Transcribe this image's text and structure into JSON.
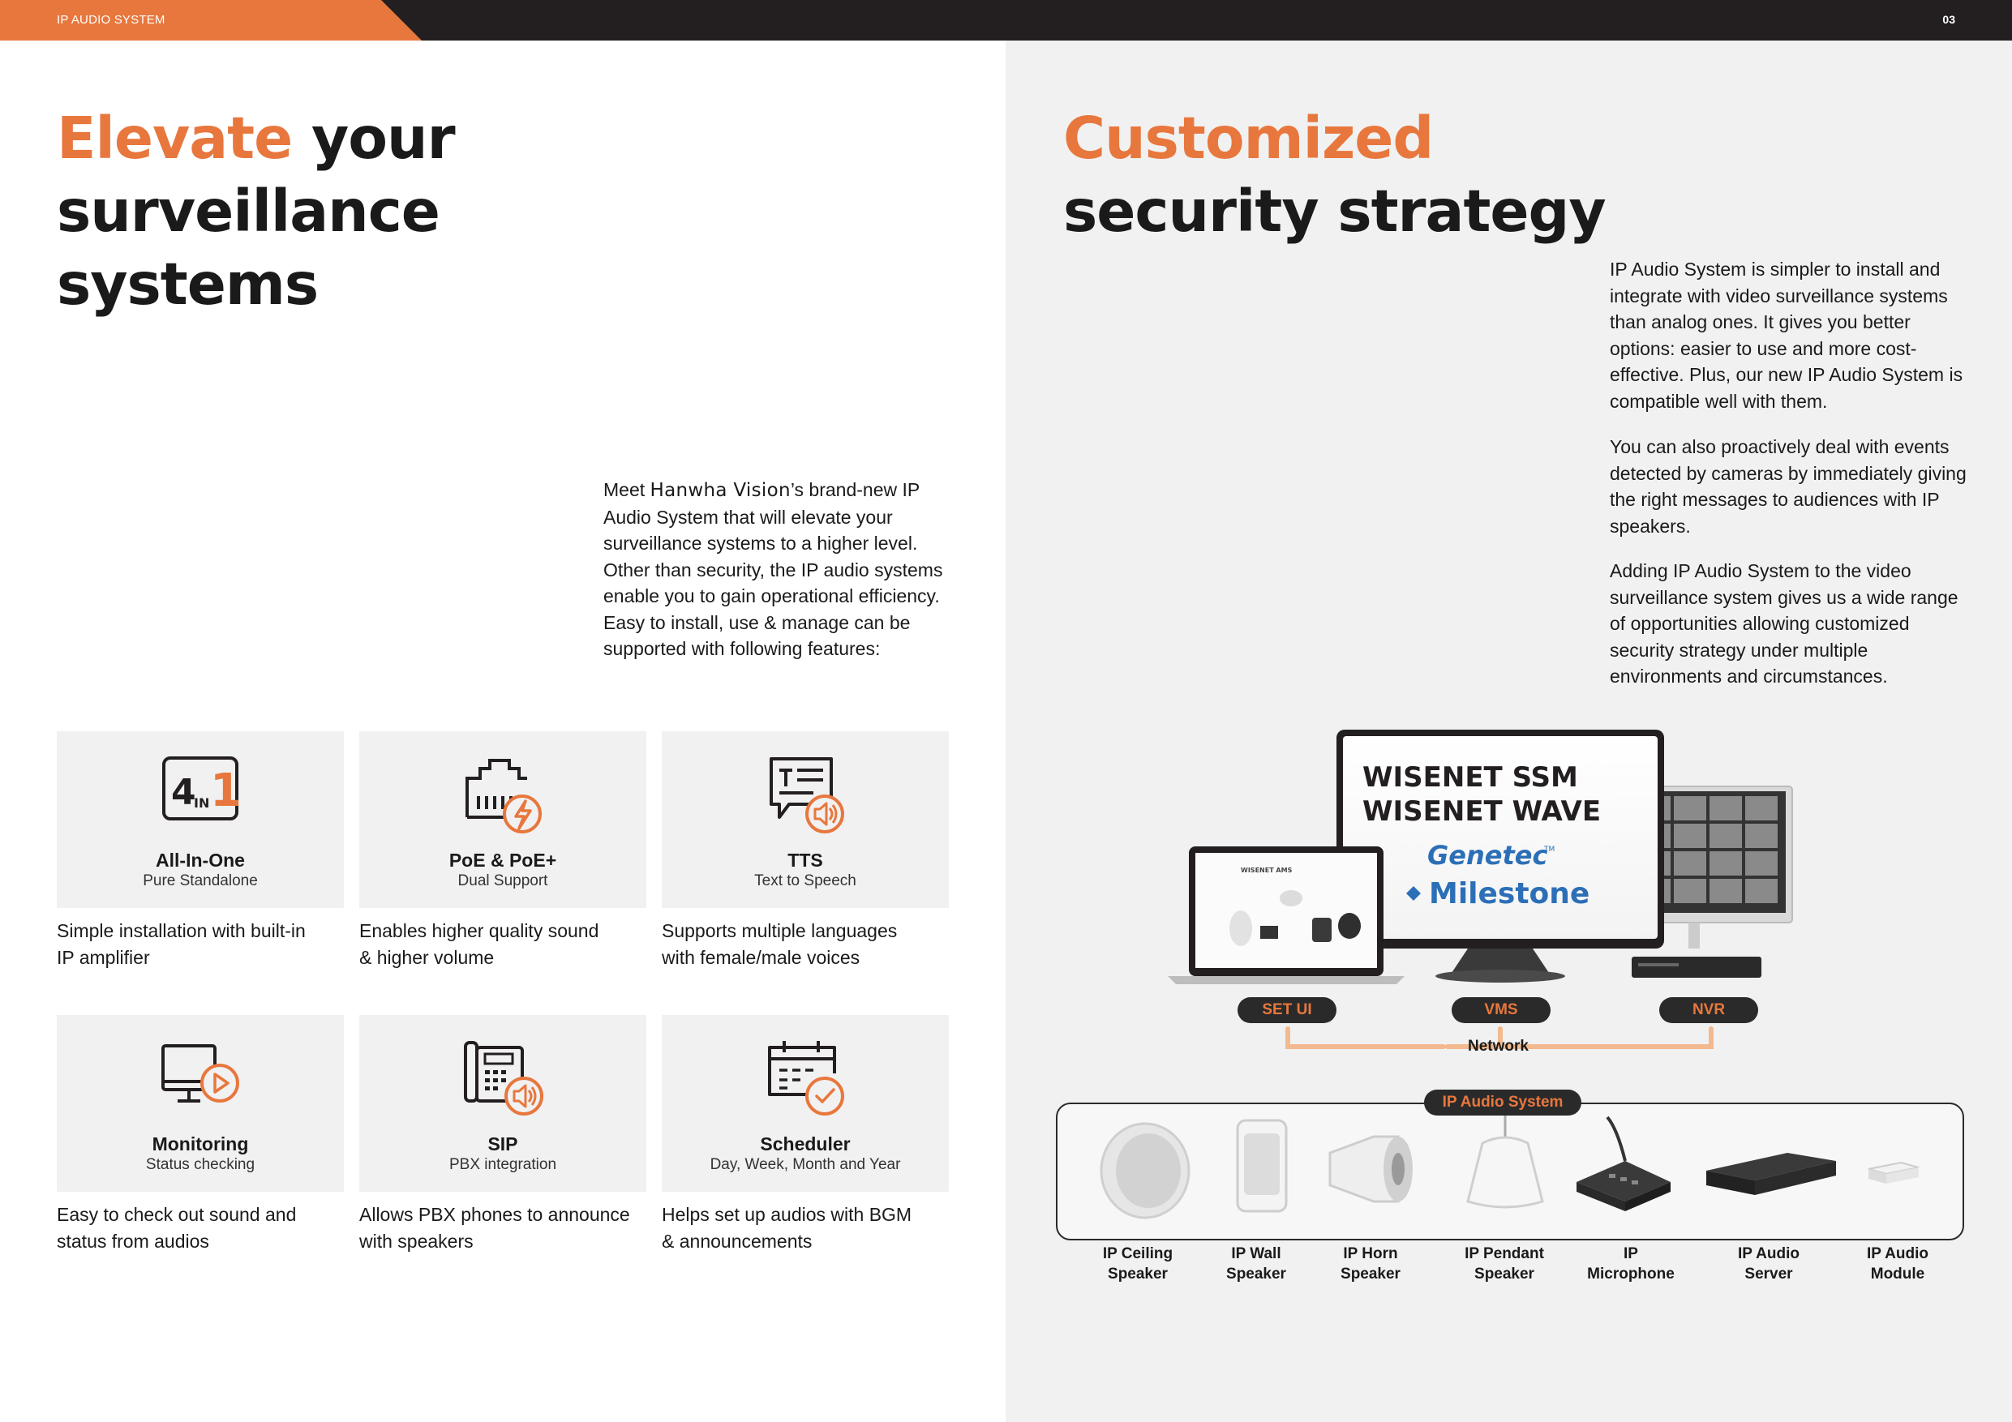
{
  "header": {
    "title": "IP AUDIO SYSTEM",
    "page_number": "03",
    "accent_color": "#e8773d",
    "bar_color": "#231f20"
  },
  "left": {
    "headline_accent": "Elevate",
    "headline_rest_1": "your",
    "headline_line_2": "surveillance",
    "headline_line_3": "systems",
    "intro_prefix": "Meet ",
    "intro_brand": "Hanwha Vision",
    "intro_body": "’s brand-new IP Audio System that will elevate your surveillance systems to a higher level. Other than security, the IP audio systems enable you to gain operational efficiency. Easy to install, use & manage can be supported with following features:",
    "features": [
      {
        "icon": "4in1-icon",
        "title": "All-In-One",
        "subtitle": "Pure Standalone",
        "desc_1": "Simple installation with built-in",
        "desc_2": "IP amplifier"
      },
      {
        "icon": "poe-icon",
        "title": "PoE & PoE+",
        "subtitle": "Dual Support",
        "desc_1": "Enables higher quality sound",
        "desc_2": "& higher volume"
      },
      {
        "icon": "tts-icon",
        "title": "TTS",
        "subtitle": "Text to Speech",
        "desc_1": "Supports multiple languages",
        "desc_2": "with female/male voices"
      },
      {
        "icon": "monitor-play-icon",
        "title": "Monitoring",
        "subtitle": "Status checking",
        "desc_1": "Easy to check out sound and",
        "desc_2": "status from audios"
      },
      {
        "icon": "pbx-phone-icon",
        "title": "SIP",
        "subtitle": "PBX integration",
        "desc_1": "Allows PBX phones to announce",
        "desc_2": "with speakers"
      },
      {
        "icon": "calendar-check-icon",
        "title": "Scheduler",
        "subtitle": "Day, Week, Month and Year",
        "desc_1": "Helps set up audios with BGM",
        "desc_2": "& announcements"
      }
    ],
    "icon_4in1": {
      "big_left": "4",
      "small": "IN",
      "big_right": "1"
    }
  },
  "right": {
    "headline_accent": "Customized",
    "headline_line_2": "security strategy",
    "paragraphs": [
      "IP Audio System is simpler to install and integrate with video surveillance systems than analog ones. It gives you better options: easier to use and more cost-effective. Plus, our new IP Audio System is compatible well with them.",
      "You can also proactively deal with events detected by cameras by immediately giving the right messages to audiences with IP speakers.",
      "Adding IP Audio System to the video surveillance system gives us a wide range of opportunities allowing customized security strategy under multiple environments and circumstances."
    ],
    "diagram": {
      "vms_brands": [
        "WISENET SSM",
        "WISENET WAVE",
        "Genetec",
        "Milestone"
      ],
      "genetec_mark": "TM",
      "laptop_caption": "WISENET AMS",
      "pills": {
        "set_ui": "SET UI",
        "vms": "VMS",
        "nvr": "NVR",
        "ip_audio_system": "IP Audio System"
      },
      "network_label": "Network",
      "devices": [
        {
          "line1": "IP Ceiling",
          "line2": "Speaker"
        },
        {
          "line1": "IP Wall",
          "line2": "Speaker"
        },
        {
          "line1": "IP Horn",
          "line2": "Speaker"
        },
        {
          "line1": "IP Pendant",
          "line2": "Speaker"
        },
        {
          "line1": "IP",
          "line2": "Microphone"
        },
        {
          "line1": "IP Audio",
          "line2": "Server"
        },
        {
          "line1": "IP Audio",
          "line2": "Module"
        }
      ]
    }
  }
}
